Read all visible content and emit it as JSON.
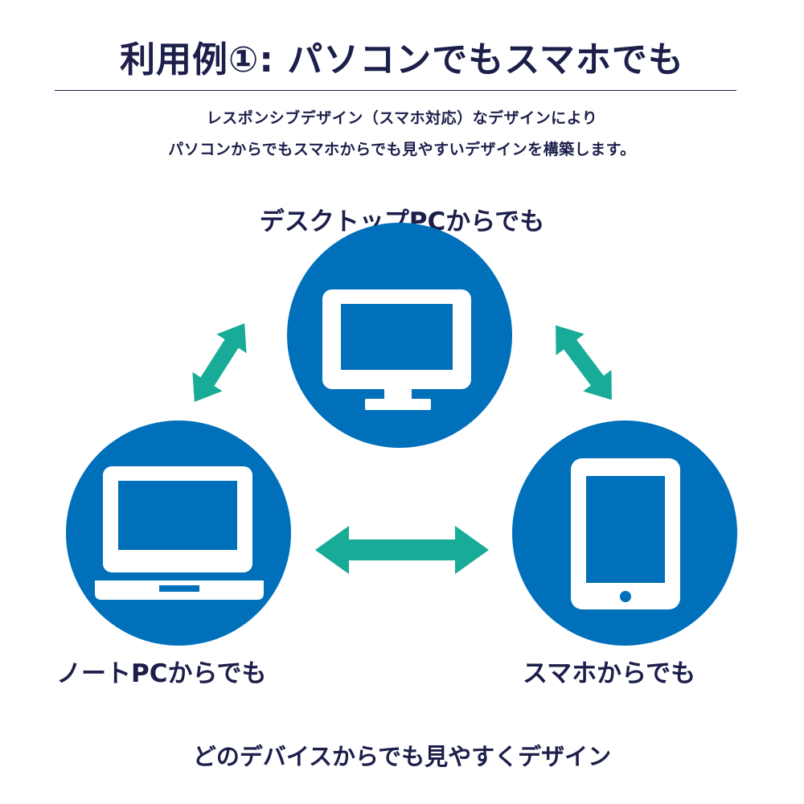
{
  "header": {
    "title": "利用例①: パソコンでもスマホでも",
    "description_line1": "レスポンシブデザイン（スマホ対応）なデザインにより",
    "description_line2": "パソコンからでもスマホからでも見やすいデザインを構築します。"
  },
  "devices": {
    "desktop_label": "デスクトップPCからでも",
    "laptop_label": "ノートPCからでも",
    "smartphone_label": "スマホからでも"
  },
  "footer": {
    "text": "どのデバイスからでも見やすくデザイン"
  },
  "colors": {
    "circle": "#0070bb",
    "arrow": "#18ab97",
    "text": "#1c1f4a",
    "icon": "#ffffff"
  },
  "icons": {
    "desktop": "desktop-monitor-icon",
    "laptop": "laptop-icon",
    "smartphone": "smartphone-icon",
    "arrows": "double-arrow-icon"
  }
}
